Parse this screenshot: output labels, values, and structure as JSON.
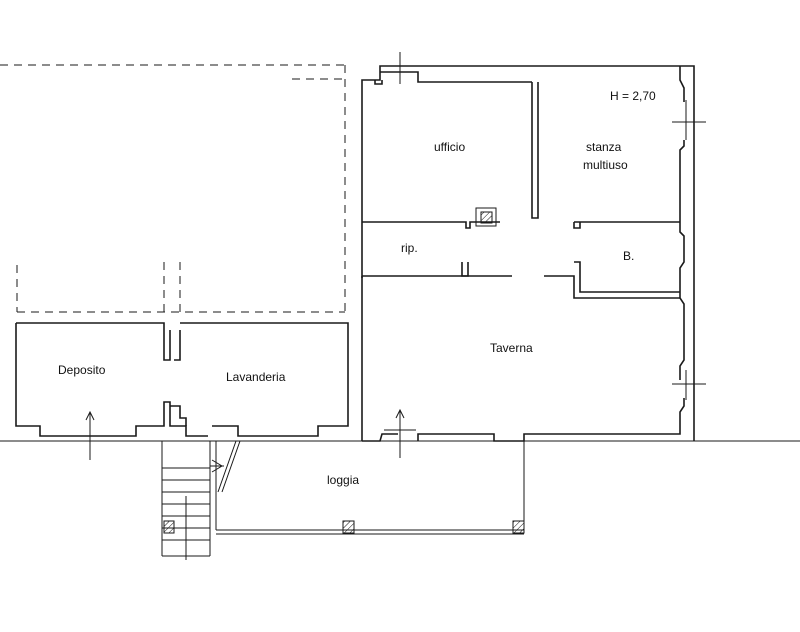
{
  "rooms": {
    "ufficio": "ufficio",
    "stanza_line1": "stanza",
    "stanza_line2": "multiuso",
    "ceiling_height": "H = 2,70",
    "ripostiglio": "rip.",
    "bagno": "B.",
    "taverna": "Taverna",
    "deposito": "Deposito",
    "lavanderia": "Lavanderia",
    "loggia": "loggia"
  }
}
